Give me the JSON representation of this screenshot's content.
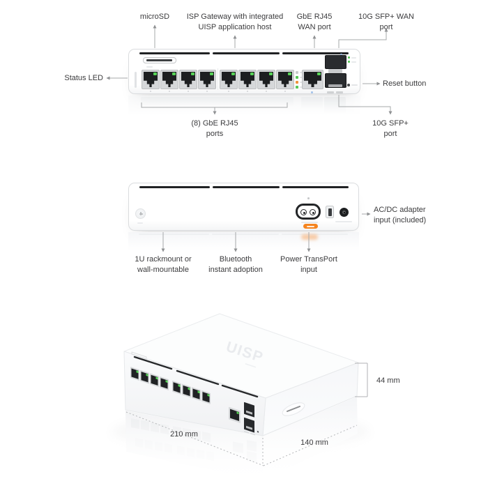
{
  "front_view": {
    "callouts": {
      "microsd": "microSD",
      "isp_gateway": "ISP Gateway with integrated\nUISP application host",
      "gbe_wan": "GbE RJ45\nWAN port",
      "sfp_wan": "10G SFP+ WAN\nport",
      "status_led": "Status LED",
      "reset_button": "Reset button",
      "gbe_ports": "(8) GbE RJ45\nports",
      "sfp_port": "10G SFP+\nport"
    }
  },
  "rear_view": {
    "callouts": {
      "rackmount": "1U rackmount or\nwall-mountable",
      "bluetooth": "Bluetooth\ninstant adoption",
      "transport": "Power TransPort\ninput",
      "acdc": "AC/DC adapter\ninput (included)"
    }
  },
  "iso_view": {
    "logo": "UISP",
    "dim_height": "44 mm",
    "dim_width": "210 mm",
    "dim_depth": "140 mm"
  },
  "colors": {
    "led_green": "#57d457",
    "legend_orange": "#f0913c",
    "badge_orange": "#f5841f",
    "vent_black": "#202224",
    "port_dark": "#1d1f21",
    "wan_blue": "#9fc0ea",
    "callout_line": "#a6a8aa",
    "text": "#3b3b3d"
  }
}
